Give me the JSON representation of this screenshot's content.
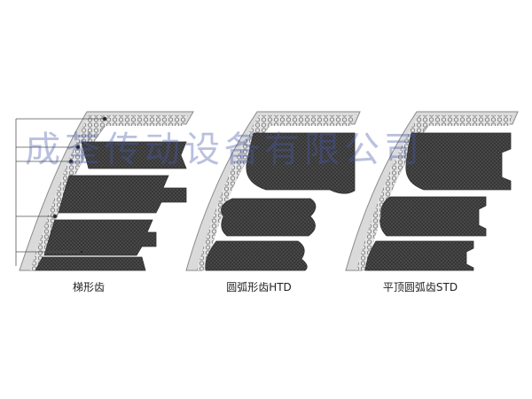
{
  "watermark": "成荃传动设备有限公司",
  "belts": [
    {
      "label": "梯形齿",
      "profile": "trapezoidal"
    },
    {
      "label": "圆弧形齿HTD",
      "profile": "curvilinear"
    },
    {
      "label": "平顶圆弧齿STD",
      "profile": "flat-top-arc"
    }
  ],
  "colors": {
    "tooth": "#4a4a4a",
    "backing": "#dcdcdc",
    "cord": "#6a6a6a"
  }
}
